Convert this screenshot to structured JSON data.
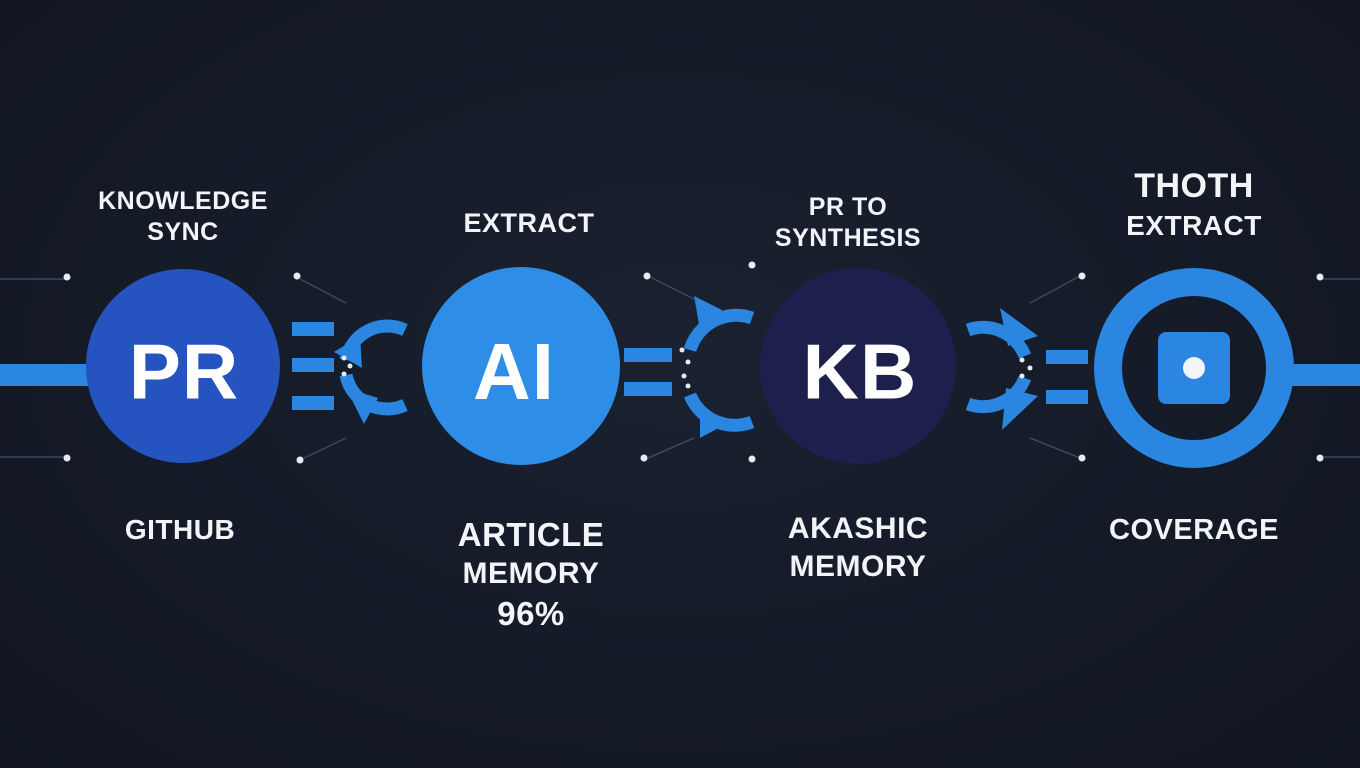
{
  "nodes": [
    {
      "circle_text": "PR",
      "top_lines": [
        "KNOWLEDGE",
        "SYNC"
      ],
      "bottom_lines": [
        "GITHUB"
      ]
    },
    {
      "circle_text": "AI",
      "top_lines": [
        "EXTRACT"
      ],
      "bottom_lines": [
        "ARTICLE",
        "MEMORY",
        "96%"
      ]
    },
    {
      "circle_text": "KB",
      "top_lines": [
        "PR TO",
        "SYNTHESIS"
      ],
      "bottom_lines": [
        "AKASHIC",
        "MEMORY"
      ]
    },
    {
      "circle_text": "",
      "top_lines": [
        "THOTH",
        "EXTRACT"
      ],
      "bottom_lines": [
        "COVERAGE"
      ]
    }
  ],
  "colors": {
    "background": "#141a26",
    "accent_blue": "#2a86e0",
    "pr_circle": "#2553c0",
    "ai_circle": "#2e8de6",
    "kb_circle": "#1d1f4d",
    "text": "#f2f4f8"
  },
  "icons": {
    "output_node": "square-dot-icon",
    "connector": "cycle-arrows-icon"
  }
}
